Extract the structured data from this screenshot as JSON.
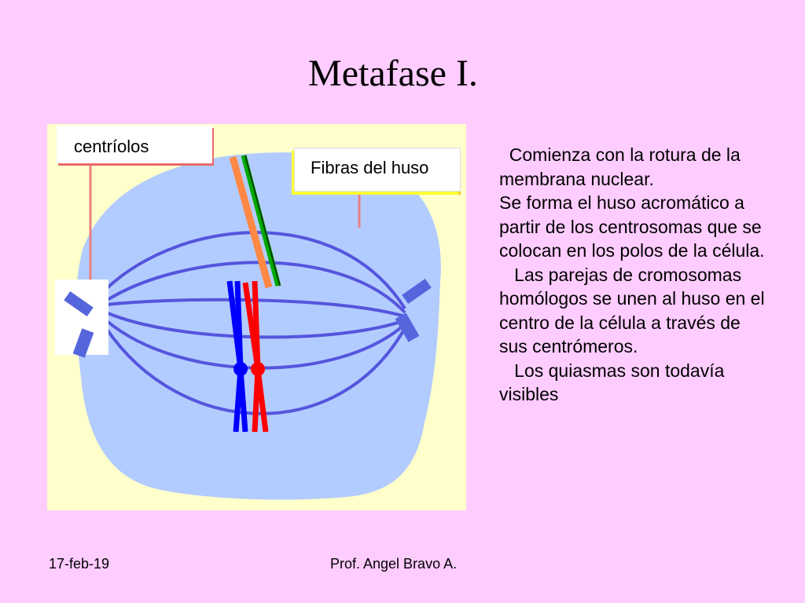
{
  "slide": {
    "title": "Metafase  I.",
    "labels": {
      "centriolos": "centríolos",
      "fibras": "Fibras del huso"
    },
    "paragraphs": [
      "Comienza con la rotura de la membrana nuclear.",
      "Se forma el huso acromático a partir de los centrosomas que se colocan en los polos de la célula.",
      "Las parejas de cromosomas homólogos se unen al huso en el centro de la célula a través de sus centrómeros.",
      "Los quiasmas son todavía visibles"
    ],
    "footer": {
      "date": "17-feb-19",
      "author": "Prof.  Angel Bravo A."
    }
  },
  "colors": {
    "background": "#ffccff",
    "panel": "#ffffcc",
    "cell": "#b3ccff",
    "spindle": "#5555dd",
    "chromosome_blue": "#0000ff",
    "chromosome_red": "#ff0000",
    "chromosome_green": "#008800",
    "chromosome_orange": "#ff8844",
    "pointer": "#e88080"
  }
}
